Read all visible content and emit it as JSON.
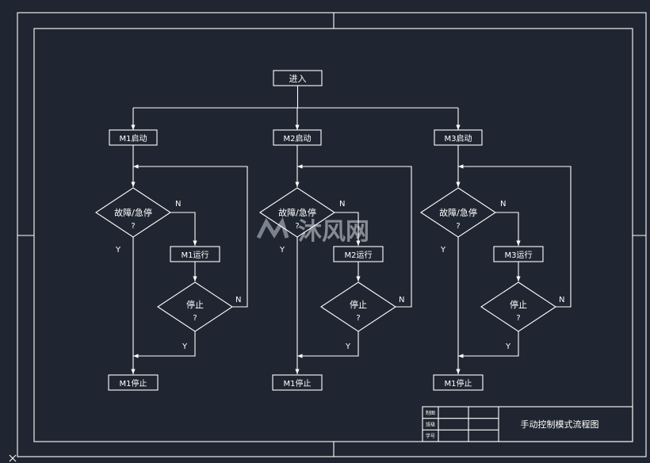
{
  "start": "进入",
  "columns": [
    {
      "start": "M1启动",
      "fault": "故障/急停",
      "fault_q": "?",
      "run": "M1运行",
      "stop": "停止",
      "stop_q": "?",
      "end": "M1停止"
    },
    {
      "start": "M2启动",
      "fault": "故障/急停",
      "fault_q": "?",
      "run": "M2运行",
      "stop": "停止",
      "stop_q": "?",
      "end": "M1停止"
    },
    {
      "start": "M3启动",
      "fault": "故障/急停",
      "fault_q": "?",
      "run": "M3运行",
      "stop": "停止",
      "stop_q": "?",
      "end": "M1停止"
    }
  ],
  "branch": {
    "yes": "Y",
    "no": "N"
  },
  "title_block": {
    "rows": [
      "制图",
      "班级",
      "学号"
    ],
    "title": "手动控制模式流程图"
  },
  "watermark": {
    "text": "沐风网"
  },
  "colors": {
    "background": "#202631",
    "line": "#ffffff"
  },
  "icons": {
    "arrow": "arrowhead",
    "corner": "cross-mark-icon"
  }
}
